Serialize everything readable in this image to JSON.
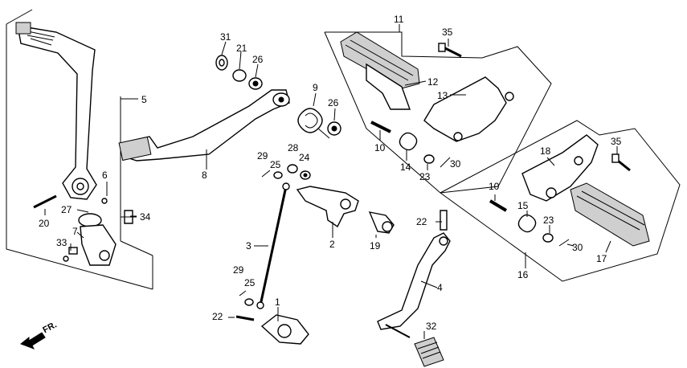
{
  "diagram": {
    "callouts": {
      "c1": "1",
      "c2": "2",
      "c3": "3",
      "c4": "4",
      "c5": "5",
      "c6": "6",
      "c7": "7",
      "c8": "8",
      "c9": "9",
      "c10a": "10",
      "c10b": "10",
      "c11": "11",
      "c12": "12",
      "c13": "13",
      "c14": "14",
      "c15": "15",
      "c16": "16",
      "c17": "17",
      "c18": "18",
      "c19": "19",
      "c20": "20",
      "c21": "21",
      "c22a": "22",
      "c22b": "22",
      "c23a": "23",
      "c23b": "23",
      "c24": "24",
      "c25a": "25",
      "c25b": "25",
      "c26a": "26",
      "c26b": "26",
      "c27": "27",
      "c28": "28",
      "c29a": "29",
      "c29b": "29",
      "c30a": "30",
      "c30b": "30",
      "c31": "31",
      "c32": "32",
      "c33": "33",
      "c34": "34",
      "c35a": "35",
      "c35b": "35"
    },
    "direction_label": "FR."
  }
}
